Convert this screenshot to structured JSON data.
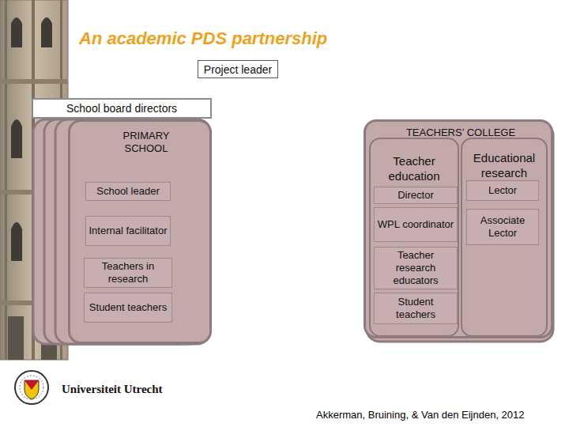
{
  "diagram": {
    "title": "An academic PDS partnership",
    "nodes": [
      {
        "text": [
          "Project leader"
        ]
      },
      {
        "text": [
          "School board directors"
        ]
      },
      {
        "text": [
          "PRIMARY SCHOOL"
        ]
      },
      {
        "text": [
          "School leader"
        ],
        "in": 2
      },
      {
        "text": [
          "Internal facilitator"
        ],
        "in": 2
      },
      {
        "text": [
          "Teachers in research"
        ],
        "in": 2
      },
      {
        "text": [
          "Student teachers"
        ],
        "in": 2
      },
      {
        "text": [
          "TEACHERS’ COLLEGE"
        ]
      },
      {
        "text": [
          "Teacher education"
        ],
        "in": 7
      },
      {
        "text": [
          "Director"
        ],
        "in": 8
      },
      {
        "text": [
          "WPL coordinator"
        ],
        "in": 8
      },
      {
        "text": [
          "Teacher research educators"
        ],
        "in": 8
      },
      {
        "text": [
          "Student teachers"
        ],
        "in": 8
      },
      {
        "text": [
          "Educational research"
        ],
        "in": 7
      },
      {
        "text": [
          "Lector"
        ],
        "in": 13
      },
      {
        "text": [
          "Associate Lector"
        ],
        "in": 13
      }
    ],
    "labels": [
      "Universiteit Utrecht",
      "Akkerman, Bruining, & Van den Eijnden, 2012"
    ]
  }
}
